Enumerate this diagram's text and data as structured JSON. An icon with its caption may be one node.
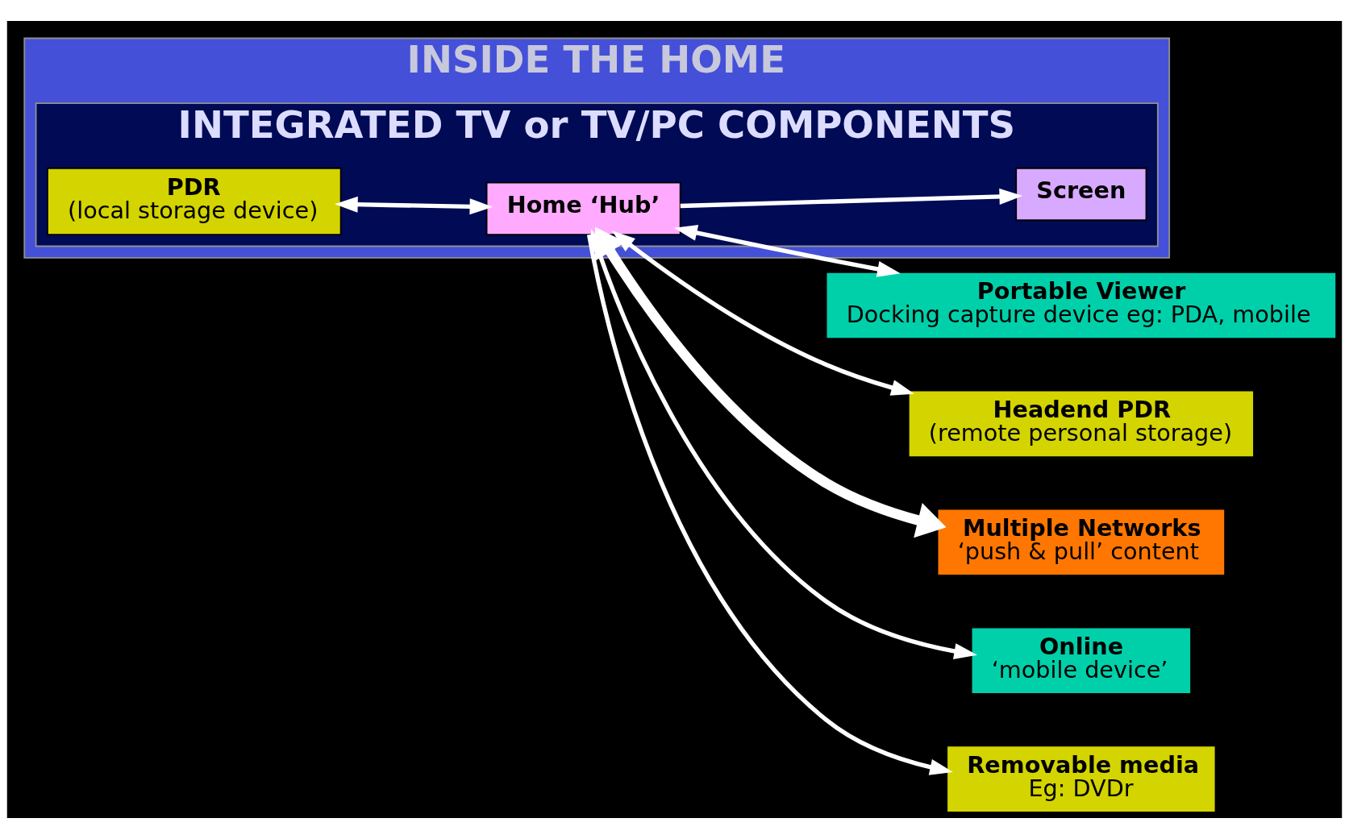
{
  "diagram": {
    "nodes": [
      {
        "text": [
          "INSIDE THE HOME"
        ]
      },
      {
        "text": [
          "INTEGRATED TV or TV/PC COMPONENTS"
        ],
        "in": 0
      },
      {
        "text": [
          "PDR",
          "(local storage device)"
        ],
        "in": 1
      },
      {
        "text": [
          "Home ‘Hub’"
        ],
        "in": 1
      },
      {
        "text": [
          "Screen"
        ],
        "in": 1
      },
      {
        "text": [
          "Portable Viewer",
          "Docking capture device eg: PDA, mobile"
        ]
      },
      {
        "text": [
          "Headend PDR",
          "(remote personal storage)"
        ]
      },
      {
        "text": [
          "Multiple Networks",
          "‘push & pull’ content"
        ]
      },
      {
        "text": [
          "Online",
          "‘mobile device’"
        ]
      },
      {
        "text": [
          "Removable media",
          "Eg: DVDr"
        ]
      }
    ],
    "edges": [
      {
        "from": 2,
        "to": 3,
        "arrow": "both"
      },
      {
        "from": 3,
        "to": 5,
        "arrow": "both"
      },
      {
        "from": 3,
        "to": 6,
        "arrow": "both"
      },
      {
        "from": 3,
        "to": 7,
        "arrow": "both",
        "style": "thick"
      },
      {
        "from": 3,
        "to": 4,
        "arrow": "to"
      },
      {
        "from": 3,
        "to": 8,
        "arrow": "both"
      },
      {
        "from": 3,
        "to": 9,
        "arrow": "to"
      }
    ]
  }
}
